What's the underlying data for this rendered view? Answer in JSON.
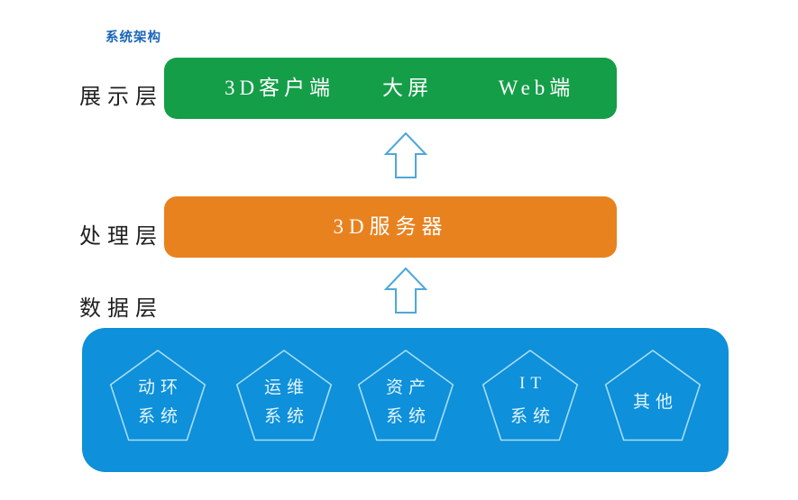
{
  "header": {
    "title": "系统架构"
  },
  "presentation_layer": {
    "label": "展示层",
    "items": [
      {
        "label": "3D客户端"
      },
      {
        "label": "大屏"
      },
      {
        "label": "Web端"
      }
    ]
  },
  "processing_layer": {
    "label": "处理层",
    "server_label": "3D服务器"
  },
  "data_layer": {
    "label": "数据层",
    "systems": [
      {
        "line1": "动环",
        "line2": "系统"
      },
      {
        "line1": "运维",
        "line2": "系统"
      },
      {
        "line1": "资产",
        "line2": "系统"
      },
      {
        "line1": "IT",
        "line2": "系统"
      },
      {
        "line1": "其他",
        "line2": ""
      }
    ]
  },
  "icons": {
    "up_arrow": "up-arrow-icon"
  },
  "colors": {
    "presentation_bar": "#149e48",
    "processing_bar": "#e8821f",
    "data_box": "#0e90da",
    "arrow_stroke": "#4fa7d9",
    "pentagon_stroke": "#a8ddf4",
    "title_text": "#1a66b8",
    "layer_label_text": "#1f1f1f",
    "bar_text": "#ffffff"
  }
}
